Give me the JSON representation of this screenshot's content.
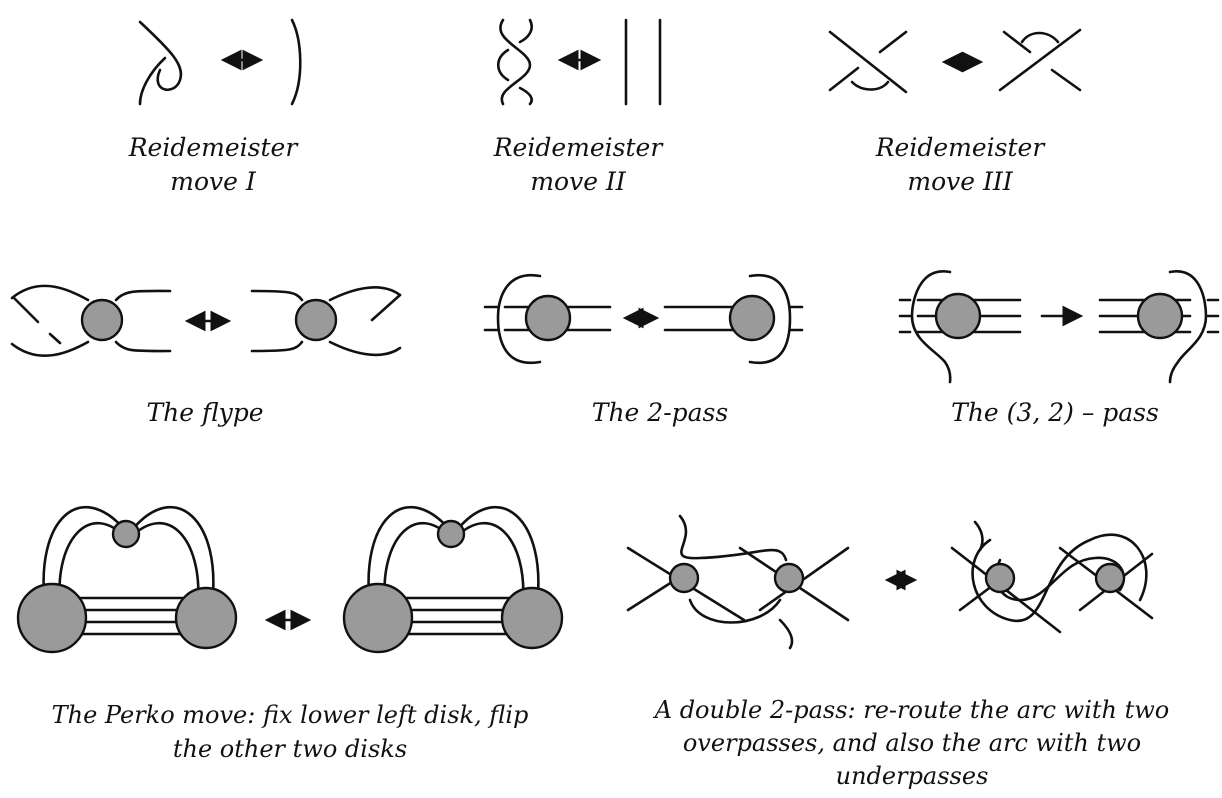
{
  "colors": {
    "ink": "#111111",
    "disk": "#9a9a9a",
    "background": "#ffffff"
  },
  "row1": {
    "reidemeister_1": {
      "line1": "Reidemeister",
      "line2": "move I"
    },
    "reidemeister_2": {
      "line1": "Reidemeister",
      "line2": "move II"
    },
    "reidemeister_3": {
      "line1": "Reidemeister",
      "line2": "move III"
    }
  },
  "row2": {
    "flype": {
      "caption": "The flype"
    },
    "two_pass": {
      "caption": "The 2-pass"
    },
    "three_two_pass": {
      "caption": "The (3, 2) – pass"
    }
  },
  "row3": {
    "perko": {
      "line1": "The Perko move: fix lower left disk, flip",
      "line2": "the other two disks"
    },
    "double_pass": {
      "line1": "A double 2-pass: re-route the arc with two",
      "line2": "overpasses, and also the arc with two",
      "line3": "underpasses"
    }
  },
  "icons": [
    "double-arrow-icon",
    "right-arrow-icon",
    "gray-disk-icon"
  ]
}
